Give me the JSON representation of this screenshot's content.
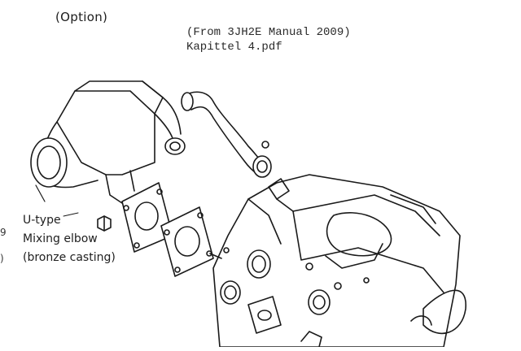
{
  "diagram": {
    "option_label": "(Option)",
    "source_line1": "(From 3JH2E Manual 2009)",
    "source_line2": "Kapittel 4.pdf",
    "part_label": {
      "line1": "U-type",
      "line2": "Mixing elbow",
      "line3": "(bronze casting)"
    },
    "edge_marks": [
      "9",
      ")"
    ]
  }
}
